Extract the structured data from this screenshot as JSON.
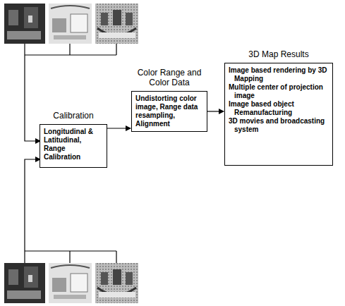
{
  "diagram": {
    "nodes": [
      {
        "text": [
          "Calibration",
          "Longitudinal & Latitudinal, Range Calibration"
        ]
      },
      {
        "text": [
          "Color Range and Color Data",
          "Undistorting color image, Range data resampling, Alignment"
        ]
      },
      {
        "text": [
          "3D Map Results",
          "Image based rendering by 3D Mapping",
          "Multiple center of projection image",
          "Image based object Remanufacturing",
          "3D movies and broadcasting system"
        ]
      }
    ],
    "edges": [
      {
        "from": 0,
        "to": 1,
        "arrow": "to"
      },
      {
        "from": 1,
        "to": 2,
        "arrow": "to"
      }
    ]
  }
}
